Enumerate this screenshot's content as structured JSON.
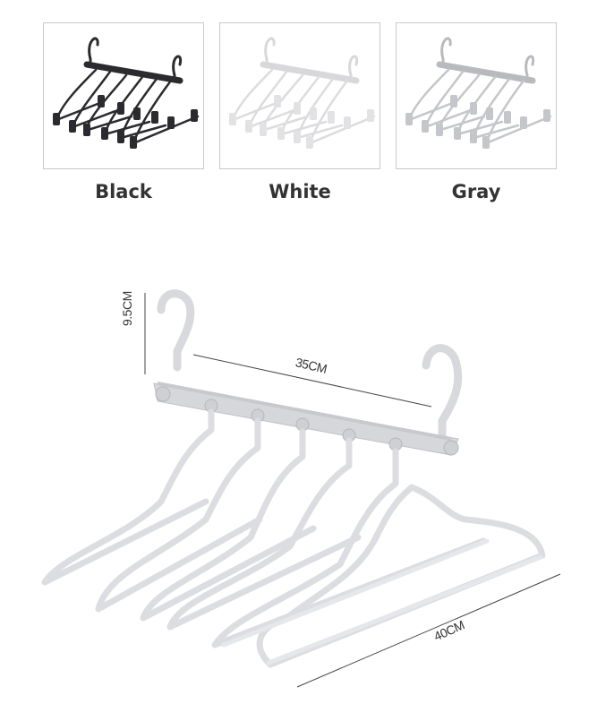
{
  "variants": [
    {
      "label": "Black",
      "color": "#2b2b2f"
    },
    {
      "label": "White",
      "color": "#ececec"
    },
    {
      "label": "Gray",
      "color": "#c4c6ca"
    }
  ],
  "product": {
    "hanger_color": "#dcdde1",
    "hanger_shadow": "#b9bbc0",
    "dimensions": {
      "hook_height": "9.5CM",
      "rack_width": "35CM",
      "hanger_width": "40CM"
    }
  },
  "icons": {
    "variant_image": "multi-hanger-rack-icon",
    "main_image": "multi-hanger-rack-icon"
  }
}
